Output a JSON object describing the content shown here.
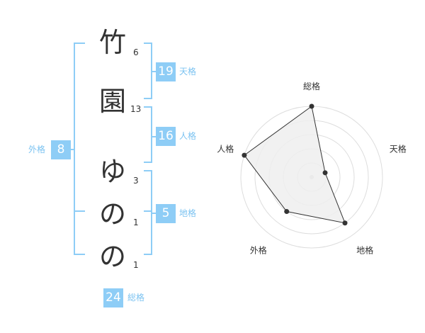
{
  "name": {
    "chars": [
      {
        "char": "竹",
        "strokes": "6"
      },
      {
        "char": "園",
        "strokes": "13"
      },
      {
        "char": "ゆ",
        "strokes": "3"
      },
      {
        "char": "の",
        "strokes": "1"
      },
      {
        "char": "の",
        "strokes": "1"
      }
    ]
  },
  "fortune": {
    "tenkaku": {
      "value": "19",
      "label": "天格"
    },
    "jinkaku": {
      "value": "16",
      "label": "人格"
    },
    "chikaku": {
      "value": "5",
      "label": "地格"
    },
    "gaikaku": {
      "value": "8",
      "label": "外格"
    },
    "soukaku": {
      "value": "24",
      "label": "総格"
    }
  },
  "chart_data": {
    "type": "radar",
    "axes": [
      "総格",
      "天格",
      "地格",
      "外格",
      "人格"
    ],
    "values": [
      5,
      1,
      4,
      3,
      5
    ],
    "max": 5,
    "rings": 5,
    "colors": {
      "fill": "#eeeeee",
      "line": "#333333",
      "grid": "#dddddd",
      "point": "#333333"
    }
  }
}
